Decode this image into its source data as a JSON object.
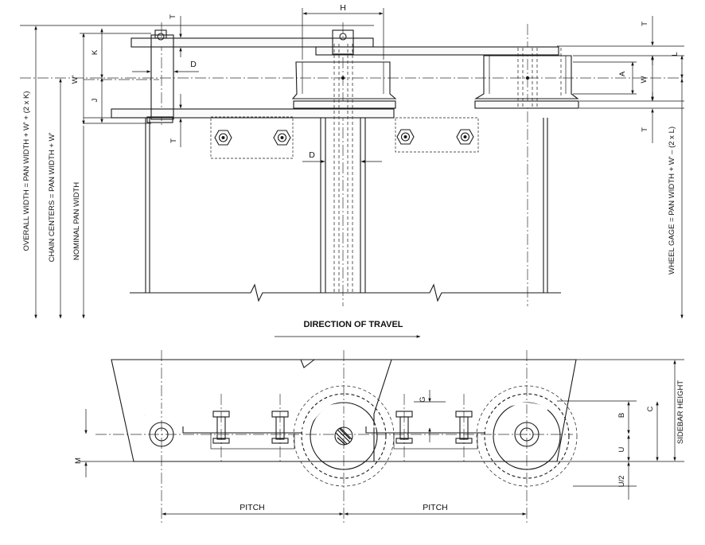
{
  "top_view": {
    "dim_labels": {
      "H": "H",
      "T_top": "T",
      "K": "K",
      "W_prime": "W'",
      "J": "J",
      "D_upper": "D",
      "T_lower": "T",
      "D_lower": "D",
      "T_right_top": "T",
      "L": "L",
      "A": "A",
      "W": "W",
      "T_right_bottom": "T"
    },
    "vertical_labels": {
      "overall_width": "OVERALL WIDTH = PAN WIDTH + W' + (2 x K)",
      "chain_centers": "CHAIN CENTERS = PAN WIDTH + W'",
      "nominal_pan_width": "NOMINAL PAN WIDTH",
      "wheel_gage": "WHEEL GAGE = PAN WIDTH + W' – (2 x L)"
    }
  },
  "direction_label": "DIRECTION OF TRAVEL",
  "side_view": {
    "dim_labels": {
      "G": "G",
      "B": "B",
      "C": "C",
      "U": "U",
      "U_half": "U/2",
      "M": "M",
      "sidebar_height": "SIDEBAR HEIGHT",
      "pitch_left": "PITCH",
      "pitch_right": "PITCH"
    }
  }
}
